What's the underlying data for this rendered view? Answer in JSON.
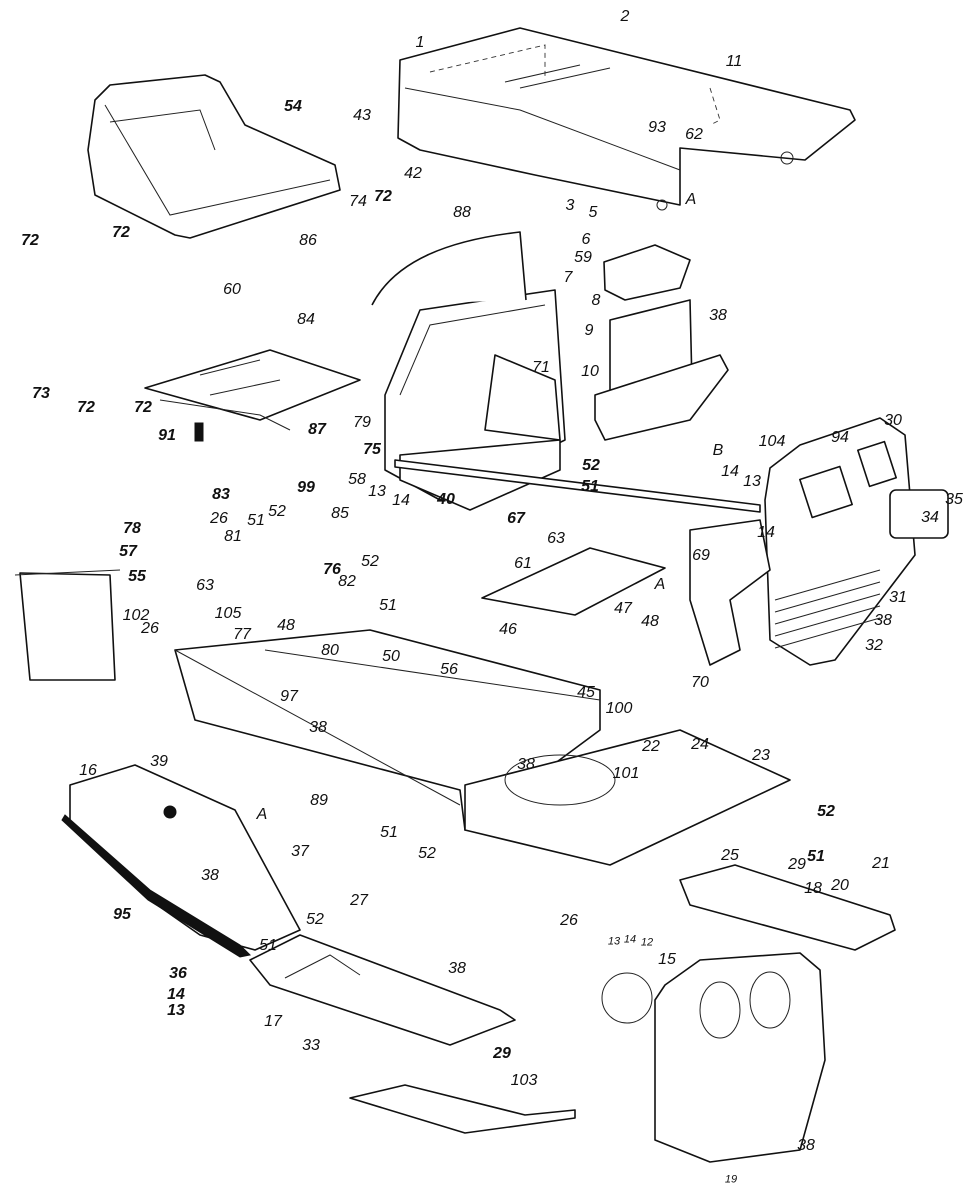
{
  "diagram": {
    "title": "Exploded parts diagram – lawn tractor body, hood, seat and frame",
    "page_number": "19",
    "reference_letters": [
      "A",
      "B"
    ],
    "parts": [
      {
        "id": "seat",
        "callout": "54"
      },
      {
        "id": "hood",
        "callouts": [
          "1",
          "2",
          "11",
          "43",
          "42",
          "93",
          "62",
          "3",
          "5",
          "6"
        ]
      },
      {
        "id": "battery",
        "callouts": [
          "59",
          "7",
          "8",
          "9",
          "38",
          "10"
        ]
      },
      {
        "id": "grille",
        "callouts": [
          "30",
          "104",
          "94",
          "34",
          "35",
          "31",
          "32",
          "38"
        ]
      },
      {
        "id": "dash-tower",
        "callouts": [
          "88",
          "71",
          "75",
          "40",
          "67",
          "13",
          "14",
          "52",
          "51"
        ]
      },
      {
        "id": "seat-bracket",
        "callouts": [
          "87",
          "91",
          "79",
          "84",
          "86",
          "74",
          "72",
          "60"
        ]
      },
      {
        "id": "controls-left",
        "callouts": [
          "72",
          "72",
          "72",
          "72",
          "73"
        ]
      },
      {
        "id": "seat-spring",
        "callouts": [
          "83",
          "78",
          "57",
          "55",
          "26",
          "81",
          "51",
          "52",
          "99",
          "85",
          "58",
          "76",
          "82",
          "63",
          "105",
          "77",
          "48",
          "80",
          "50",
          "97"
        ]
      },
      {
        "id": "tool-box",
        "callout": "102"
      },
      {
        "id": "floor-plate",
        "callouts": [
          "63",
          "61",
          "46",
          "47",
          "48",
          "56",
          "45",
          "100",
          "101",
          "22",
          "24",
          "23",
          "25",
          "26",
          "38",
          "52",
          "51",
          "69",
          "14",
          "13",
          "70"
        ]
      },
      {
        "id": "left-fender",
        "callouts": [
          "16",
          "95",
          "38",
          "37",
          "39",
          "38",
          "89",
          "51",
          "52",
          "27",
          "52",
          "51",
          "36",
          "14",
          "13",
          "17",
          "33",
          "29",
          "38"
        ]
      },
      {
        "id": "right-footboard",
        "callouts": [
          "29",
          "18",
          "20",
          "21"
        ]
      },
      {
        "id": "front-grille-alt",
        "callouts": [
          "13",
          "14",
          "12",
          "15",
          "38"
        ]
      },
      {
        "id": "foot-mat",
        "callout": "103"
      }
    ]
  },
  "labels": [
    {
      "t": "1"
    },
    {
      "t": "2"
    },
    {
      "t": "11"
    },
    {
      "t": "43"
    },
    {
      "t": "42"
    },
    {
      "t": "93"
    },
    {
      "t": "62"
    },
    {
      "t": "3"
    },
    {
      "t": "A"
    },
    {
      "t": "5"
    },
    {
      "t": "6"
    },
    {
      "t": "54"
    },
    {
      "t": "74"
    },
    {
      "t": "72"
    },
    {
      "t": "88"
    },
    {
      "t": "59"
    },
    {
      "t": "7"
    },
    {
      "t": "86"
    },
    {
      "t": "60"
    },
    {
      "t": "72"
    },
    {
      "t": "72"
    },
    {
      "t": "73"
    },
    {
      "t": "72"
    },
    {
      "t": "72"
    },
    {
      "t": "84"
    },
    {
      "t": "8"
    },
    {
      "t": "9"
    },
    {
      "t": "38"
    },
    {
      "t": "87"
    },
    {
      "t": "79"
    },
    {
      "t": "91"
    },
    {
      "t": "71"
    },
    {
      "t": "10"
    },
    {
      "t": "75"
    },
    {
      "t": "13"
    },
    {
      "t": "14"
    },
    {
      "t": "40"
    },
    {
      "t": "67"
    },
    {
      "t": "58"
    },
    {
      "t": "52"
    },
    {
      "t": "51"
    },
    {
      "t": "B"
    },
    {
      "t": "104"
    },
    {
      "t": "94"
    },
    {
      "t": "30"
    },
    {
      "t": "14"
    },
    {
      "t": "13"
    },
    {
      "t": "14"
    },
    {
      "t": "69"
    },
    {
      "t": "A"
    },
    {
      "t": "34"
    },
    {
      "t": "35"
    },
    {
      "t": "31"
    },
    {
      "t": "38"
    },
    {
      "t": "32"
    },
    {
      "t": "70"
    },
    {
      "t": "83"
    },
    {
      "t": "78"
    },
    {
      "t": "57"
    },
    {
      "t": "26"
    },
    {
      "t": "81"
    },
    {
      "t": "51"
    },
    {
      "t": "52"
    },
    {
      "t": "99"
    },
    {
      "t": "85"
    },
    {
      "t": "55"
    },
    {
      "t": "76"
    },
    {
      "t": "82"
    },
    {
      "t": "52"
    },
    {
      "t": "51"
    },
    {
      "t": "63"
    },
    {
      "t": "105"
    },
    {
      "t": "77"
    },
    {
      "t": "48"
    },
    {
      "t": "80"
    },
    {
      "t": "50"
    },
    {
      "t": "102"
    },
    {
      "t": "26"
    },
    {
      "t": "97"
    },
    {
      "t": "63"
    },
    {
      "t": "61"
    },
    {
      "t": "46"
    },
    {
      "t": "47"
    },
    {
      "t": "48"
    },
    {
      "t": "56"
    },
    {
      "t": "45"
    },
    {
      "t": "100"
    },
    {
      "t": "101"
    },
    {
      "t": "22"
    },
    {
      "t": "24"
    },
    {
      "t": "23"
    },
    {
      "t": "38"
    },
    {
      "t": "39"
    },
    {
      "t": "38"
    },
    {
      "t": "16"
    },
    {
      "t": "A"
    },
    {
      "t": "89"
    },
    {
      "t": "51"
    },
    {
      "t": "52"
    },
    {
      "t": "37"
    },
    {
      "t": "38"
    },
    {
      "t": "95"
    },
    {
      "t": "27"
    },
    {
      "t": "52"
    },
    {
      "t": "51"
    },
    {
      "t": "36"
    },
    {
      "t": "14"
    },
    {
      "t": "13"
    },
    {
      "t": "17"
    },
    {
      "t": "33"
    },
    {
      "t": "38"
    },
    {
      "t": "29"
    },
    {
      "t": "25"
    },
    {
      "t": "52"
    },
    {
      "t": "51"
    },
    {
      "t": "26"
    },
    {
      "t": "29"
    },
    {
      "t": "21"
    },
    {
      "t": "18"
    },
    {
      "t": "20"
    },
    {
      "t": "13"
    },
    {
      "t": "14"
    },
    {
      "t": "12"
    },
    {
      "t": "15"
    },
    {
      "t": "38"
    },
    {
      "t": "103"
    },
    {
      "t": "19"
    }
  ]
}
